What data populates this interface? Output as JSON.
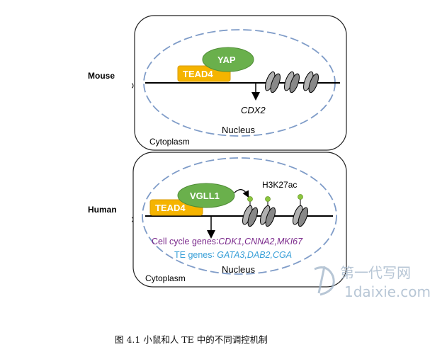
{
  "mouse": {
    "label": "Mouse",
    "tead": "TEAD4",
    "cofactor": "YAP",
    "target_gene": "CDX2",
    "nucleus": "Nucleus",
    "cytoplasm": "Cytoplasm"
  },
  "human": {
    "label": "Human",
    "tead": "TEAD4",
    "cofactor": "VGLL1",
    "mark": "H3K27ac",
    "cell_cycle_prefix": "Cell cycle genes∶",
    "cell_cycle_genes": "CDK1,CNNA2,MKI67",
    "te_prefix": "TE genes∶ ",
    "te_genes": "GATA3,DAB2,CGA",
    "nucleus": "Nucleus",
    "cytoplasm": "Cytoplasm"
  },
  "watermark": {
    "brand": "第一代写网",
    "url": "1daixie.com"
  },
  "caption": "图 4.1    小鼠和人 TE 中的不同调控机制",
  "colors": {
    "tead": "#f5b400",
    "yap": "#6ab04c",
    "nucleus_dash": "#7f9cc8",
    "cell_cycle": "#7b2a8c",
    "te": "#3aa0d8",
    "acetyl": "#8cc63f"
  }
}
